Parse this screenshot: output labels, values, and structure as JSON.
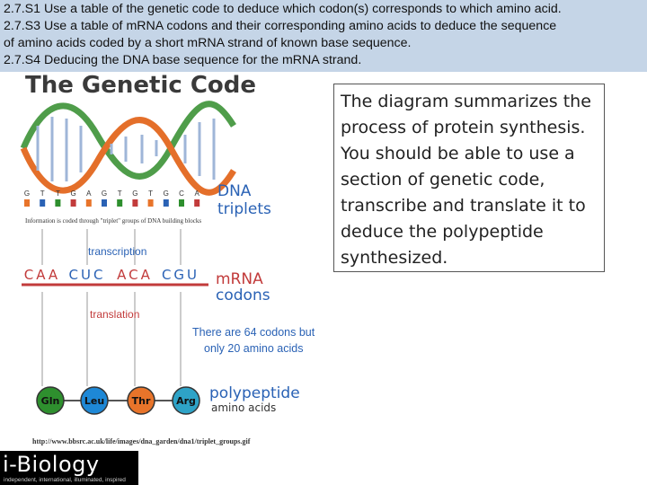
{
  "header": {
    "lines": [
      "2.7.S1 Use a table of the genetic code to deduce which codon(s) corresponds to which amino acid.",
      "2.7.S3 Use a table of mRNA codons and their corresponding amino acids to deduce the sequence",
      "of amino acids coded by a short mRNA strand of known base sequence.",
      "2.7.S4 Deducing the DNA base sequence for the mRNA strand."
    ]
  },
  "diagram": {
    "title": "The Genetic Code",
    "dna_bases": [
      "G",
      "T",
      "T",
      "G",
      "A",
      "G",
      "T",
      "G",
      "T",
      "G",
      "C",
      "A"
    ],
    "dna_caption": "Information is coded through \"triplet\" groups of DNA building blocks",
    "dna_label_1": "DNA",
    "dna_label_2": "triplets",
    "transcription": "transcription",
    "codons": [
      "CAA",
      "CUC",
      "ACA",
      "CGU"
    ],
    "mrna_label_1": "mRNA",
    "mrna_label_2": "codons",
    "translation": "translation",
    "note_1": "There are 64 codons but",
    "note_2": "only 20 amino acids",
    "amino_acids": [
      "Gln",
      "Leu",
      "Thr",
      "Arg"
    ],
    "poly_label_1": "polypeptide",
    "poly_label_2": "amino acids",
    "source_url": "http://www.bbsrc.ac.uk/life/images/dna_garden/dna1/triplet_groups.gif"
  },
  "description": "The diagram summarizes the process of protein synthesis. You should be able to use a section of genetic code, transcribe and translate it to deduce the polypeptide synthesized.",
  "logo": {
    "name": "i-Biology",
    "tagline": "independent, international, illuminated, inspired"
  },
  "colors": {
    "header_bg": "#c5d5e7",
    "label_blue": "#2a62b5",
    "label_red": "#c23b3b",
    "amino_green": "#2e8f2e",
    "amino_blue": "#1e88d6",
    "amino_orange": "#e8742a",
    "amino_teal": "#2ea3c7"
  }
}
